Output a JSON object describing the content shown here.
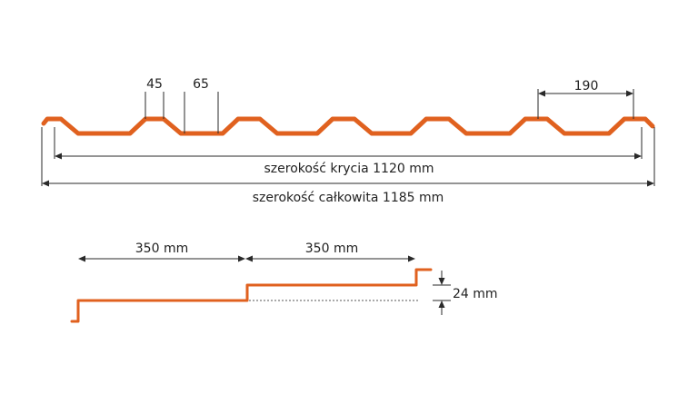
{
  "colors": {
    "profile": "#E0611F",
    "dimension": "#2a2a2a",
    "text": "#222222"
  },
  "cross_section": {
    "dim_top_left": "45",
    "dim_top_mid": "65",
    "dim_pitch": "190",
    "covering_width": "szerokość krycia 1120 mm",
    "total_width": "szerokość całkowita 1185 mm"
  },
  "side_profile": {
    "module_1": "350 mm",
    "module_2": "350 mm",
    "step_height": "24 mm"
  }
}
